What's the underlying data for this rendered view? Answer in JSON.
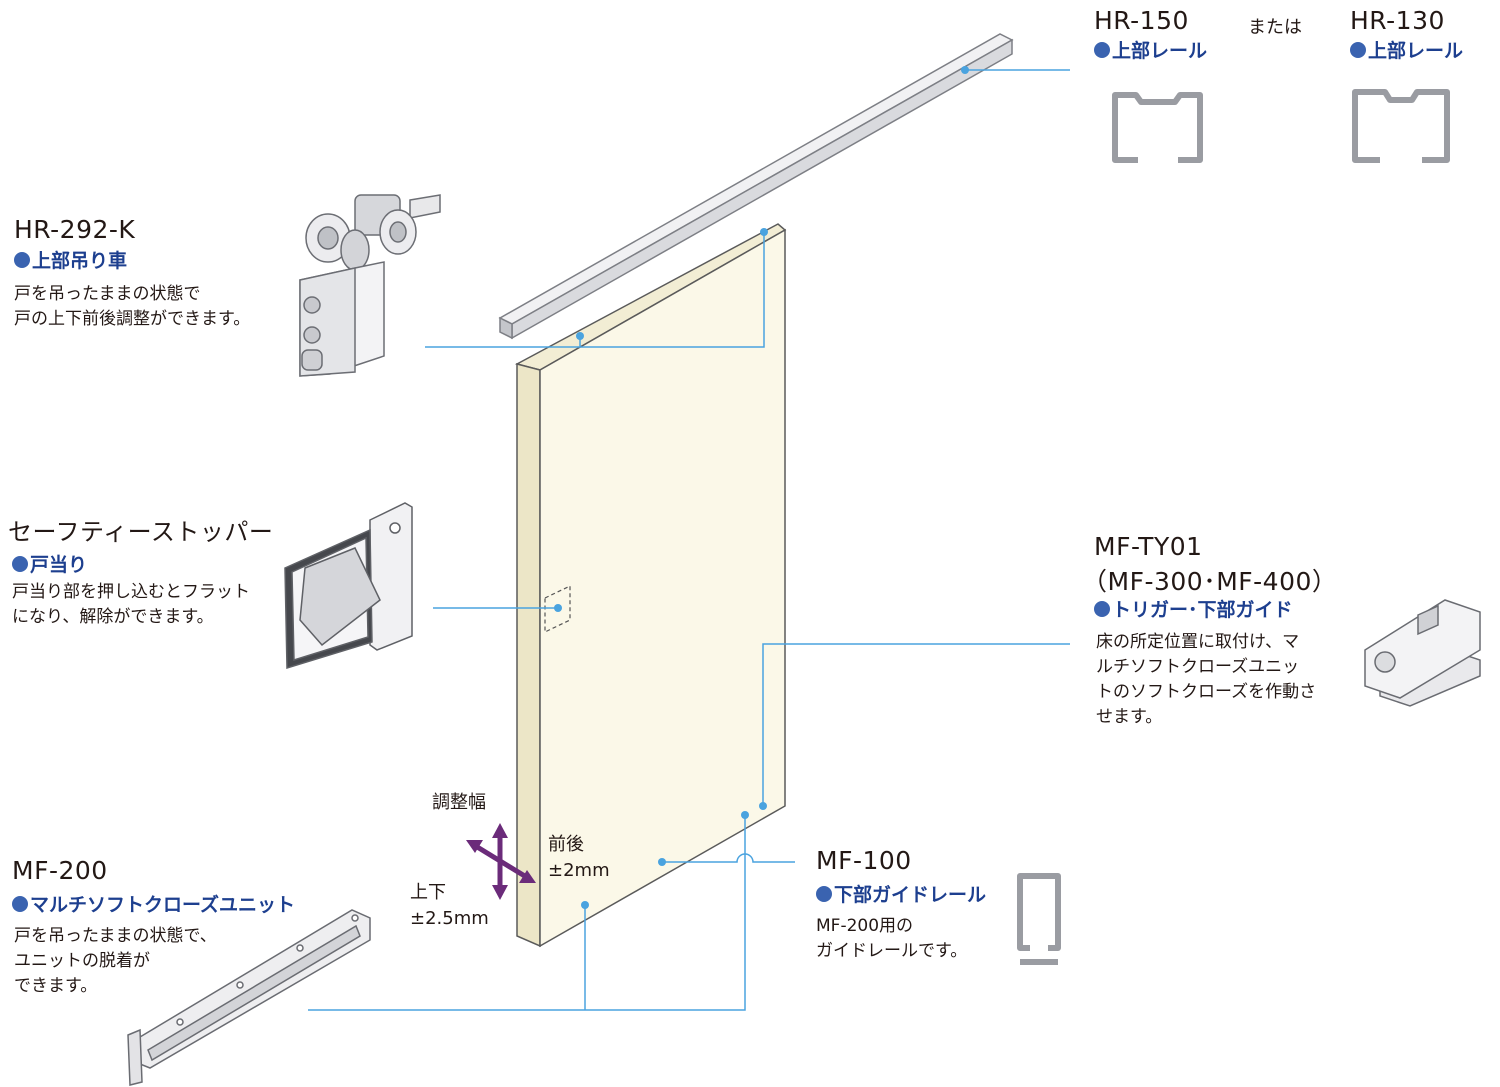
{
  "callouts": {
    "rail_hr150": {
      "model": "HR-150",
      "part": "上部レール"
    },
    "or_text": "または",
    "rail_hr130": {
      "model": "HR-130",
      "part": "上部レール"
    },
    "hanger": {
      "model": "HR-292-K",
      "part": "上部吊り車",
      "desc": [
        "戸を吊ったままの状態で",
        "戸の上下前後調整ができます。"
      ]
    },
    "stopper": {
      "model": "セーフティーストッパー",
      "part": "戸当り",
      "desc": [
        "戸当り部を押し込むとフラット",
        "になり、解除ができます。"
      ]
    },
    "trigger": {
      "model": "MF-TY01",
      "model_sub": "（MF-300･MF-400）",
      "part": "トリガー･下部ガイド",
      "desc": [
        "床の所定位置に取付け、マ",
        "ルチソフトクローズユニッ",
        "トのソフトクローズを作動さ",
        "せます。"
      ]
    },
    "guide_rail": {
      "model": "MF-100",
      "part": "下部ガイドレール",
      "desc": [
        "MF-200用の",
        "ガイドレールです。"
      ]
    },
    "softclose": {
      "model": "MF-200",
      "part": "マルチソフトクローズユニット",
      "desc": [
        "戸を吊ったままの状態で、",
        "ユニットの脱着が",
        "できます。"
      ]
    }
  },
  "adjustment": {
    "title": "調整幅",
    "front_back": [
      "前後",
      "±2mm"
    ],
    "up_down": [
      "上下",
      "±2.5mm"
    ]
  },
  "colors": {
    "leader_line": "#4aa3df",
    "door_face": "#fbf8e8",
    "door_edge": "#ece6c7",
    "part_text": "#1d3f8f",
    "bullet": "#3a63b0",
    "arrow": "#6b2b7a",
    "metal_light": "#e6e6e8",
    "metal_dark": "#9a9ca2"
  }
}
